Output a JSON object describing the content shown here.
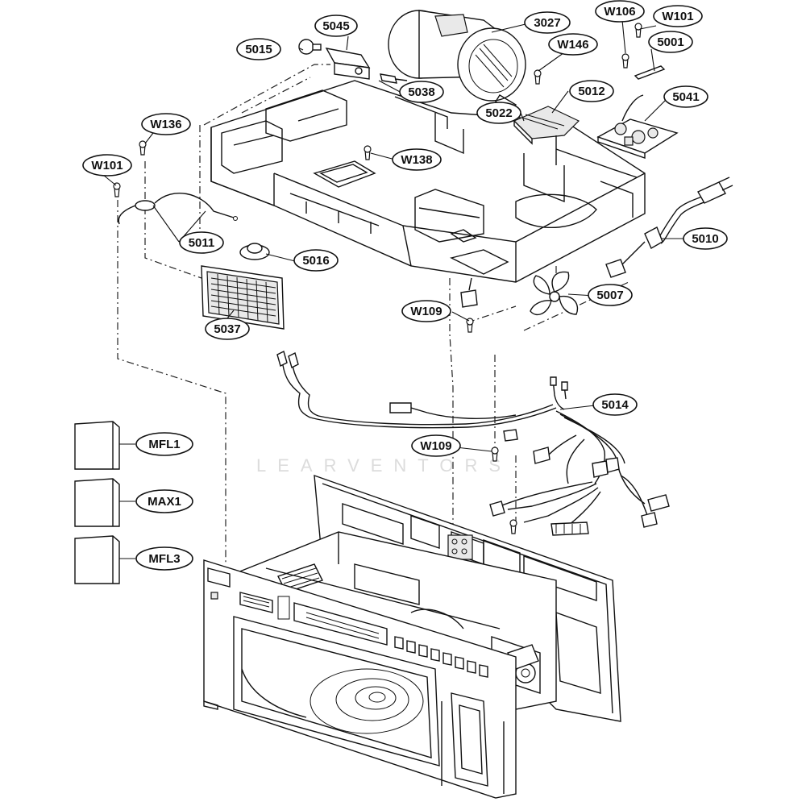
{
  "diagram": {
    "watermark": "LEARVENTORS",
    "callouts": {
      "c5045": "5045",
      "c3027": "3027",
      "cW106": "W106",
      "cW101a": "W101",
      "c5015": "5015",
      "cW146": "W146",
      "c5001": "5001",
      "c5038": "5038",
      "c5012": "5012",
      "c5022": "5022",
      "c5041": "5041",
      "cW136": "W136",
      "cW138": "W138",
      "cW101b": "W101",
      "c5011": "5011",
      "c5010": "5010",
      "c5016": "5016",
      "c5007": "5007",
      "cW109a": "W109",
      "c5037": "5037",
      "c5014": "5014",
      "cW109b": "W109",
      "cMFL1": "MFL1",
      "cMAX1": "MAX1",
      "cMFL3": "MFL3"
    }
  }
}
